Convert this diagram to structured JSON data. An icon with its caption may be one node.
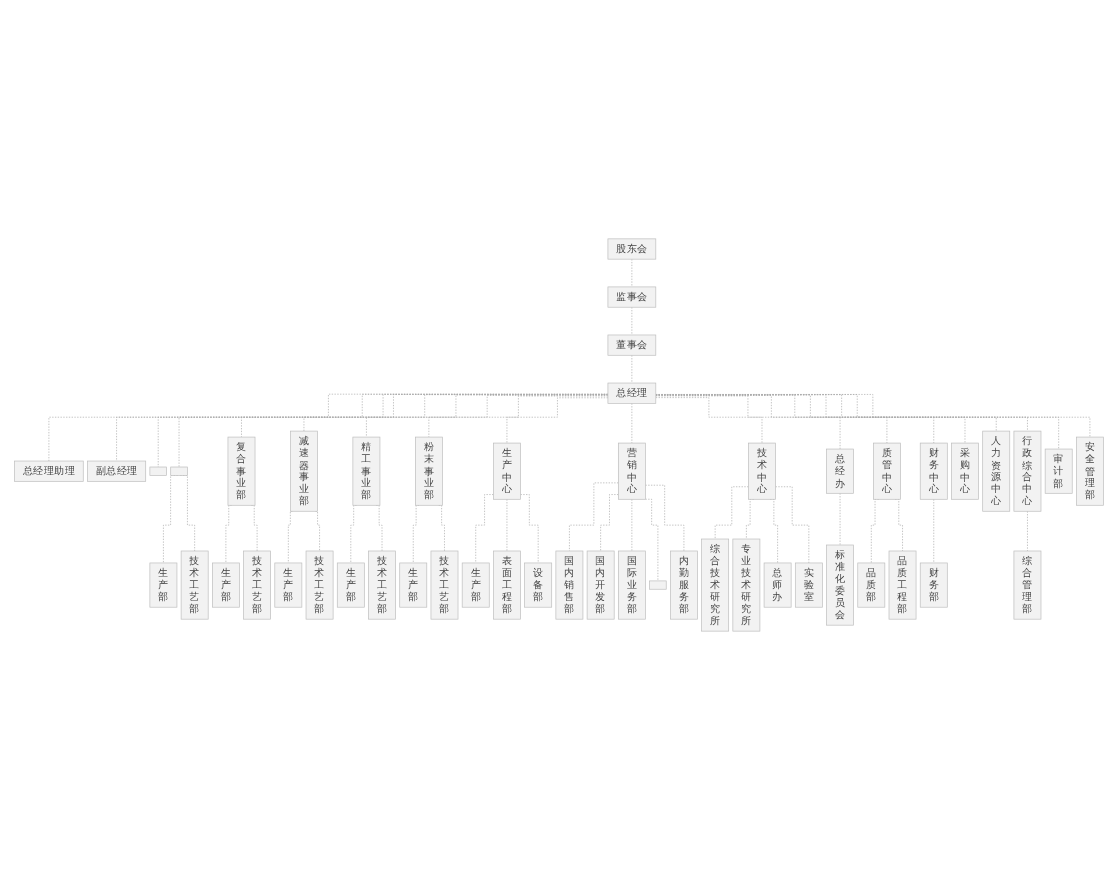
{
  "diagram": {
    "nodes": [
      {
        "text": [
          "股东会"
        ]
      },
      {
        "text": [
          "监事会"
        ]
      },
      {
        "text": [
          "董事会"
        ]
      },
      {
        "text": [
          "总经理"
        ]
      },
      {
        "text": [
          "总经理助理"
        ]
      },
      {
        "text": [
          "副总经理"
        ]
      },
      {
        "text": [],
        "shape": "box"
      },
      {
        "text": [],
        "shape": "box"
      },
      {
        "text": [
          "复合事业部"
        ]
      },
      {
        "text": [
          "减速器事业部"
        ]
      },
      {
        "text": [
          "精工事业部"
        ]
      },
      {
        "text": [
          "粉末事业部"
        ]
      },
      {
        "text": [
          "生产中心"
        ]
      },
      {
        "text": [
          "营销中心"
        ]
      },
      {
        "text": [
          "技术中心"
        ]
      },
      {
        "text": [
          "总经办"
        ]
      },
      {
        "text": [
          "质管中心"
        ]
      },
      {
        "text": [
          "财务中心"
        ]
      },
      {
        "text": [
          "采购中心"
        ]
      },
      {
        "text": [
          "人力资源中心"
        ]
      },
      {
        "text": [
          "行政综合中心"
        ]
      },
      {
        "text": [
          "生产部"
        ]
      },
      {
        "text": [
          "技术工艺部"
        ]
      },
      {
        "text": [
          "生产部"
        ]
      },
      {
        "text": [
          "技术工艺部"
        ]
      },
      {
        "text": [
          "生产部"
        ]
      },
      {
        "text": [
          "技术工艺部"
        ]
      },
      {
        "text": [
          "生产部"
        ]
      },
      {
        "text": [
          "技术工艺部"
        ]
      },
      {
        "text": [
          "生产部"
        ]
      },
      {
        "text": [
          "技术工艺部"
        ]
      },
      {
        "text": [
          "生产部"
        ]
      },
      {
        "text": [
          "表面工程部"
        ]
      },
      {
        "text": [
          "设备部"
        ]
      },
      {
        "text": [
          "国内销售部"
        ]
      },
      {
        "text": [
          "国内开发部"
        ]
      },
      {
        "text": [
          "国际业务部"
        ]
      },
      {
        "text": [],
        "shape": "box"
      },
      {
        "text": [
          "内勤服务部"
        ]
      },
      {
        "text": [
          "综合技术研究所"
        ]
      },
      {
        "text": [
          "专业技术研究所"
        ]
      },
      {
        "text": [
          "总师办"
        ]
      },
      {
        "text": [
          "实验室"
        ]
      },
      {
        "text": [
          "标准化委员会"
        ]
      },
      {
        "text": [
          "品质部"
        ]
      },
      {
        "text": [
          "品质工程部"
        ]
      },
      {
        "text": [
          "财务部"
        ]
      },
      {
        "text": [
          "综合管理部"
        ]
      },
      {
        "text": [
          "审计部"
        ]
      },
      {
        "text": [
          "安全管理部"
        ]
      }
    ],
    "edges": [
      {
        "from": 0,
        "to": 1,
        "arrow": "none",
        "style": "dashed"
      },
      {
        "from": 1,
        "to": 2,
        "arrow": "none",
        "style": "dashed"
      },
      {
        "from": 2,
        "to": 3,
        "arrow": "none",
        "style": "dashed"
      },
      {
        "from": 3,
        "to": 4,
        "arrow": "none",
        "style": "dashed"
      },
      {
        "from": 3,
        "to": 5,
        "arrow": "none",
        "style": "dashed"
      },
      {
        "from": 3,
        "to": 6,
        "arrow": "none",
        "style": "dashed"
      },
      {
        "from": 3,
        "to": 7,
        "arrow": "none",
        "style": "dashed"
      },
      {
        "from": 3,
        "to": 8,
        "arrow": "none",
        "style": "dashed"
      },
      {
        "from": 3,
        "to": 9,
        "arrow": "none",
        "style": "dashed"
      },
      {
        "from": 3,
        "to": 10,
        "arrow": "none",
        "style": "dashed"
      },
      {
        "from": 3,
        "to": 11,
        "arrow": "none",
        "style": "dashed"
      },
      {
        "from": 3,
        "to": 12,
        "arrow": "none",
        "style": "dashed"
      },
      {
        "from": 3,
        "to": 13,
        "arrow": "none",
        "style": "dashed"
      },
      {
        "from": 3,
        "to": 14,
        "arrow": "none",
        "style": "dashed"
      },
      {
        "from": 3,
        "to": 15,
        "arrow": "none",
        "style": "dashed"
      },
      {
        "from": 3,
        "to": 16,
        "arrow": "none",
        "style": "dashed"
      },
      {
        "from": 3,
        "to": 17,
        "arrow": "none",
        "style": "dashed"
      },
      {
        "from": 3,
        "to": 18,
        "arrow": "none",
        "style": "dashed"
      },
      {
        "from": 3,
        "to": 19,
        "arrow": "none",
        "style": "dashed"
      },
      {
        "from": 3,
        "to": 20,
        "arrow": "none",
        "style": "dashed"
      },
      {
        "from": 3,
        "to": 48,
        "arrow": "none",
        "style": "dashed"
      },
      {
        "from": 3,
        "to": 49,
        "arrow": "none",
        "style": "dashed"
      },
      {
        "from": 7,
        "to": 21,
        "arrow": "none",
        "style": "dashed"
      },
      {
        "from": 7,
        "to": 22,
        "arrow": "none",
        "style": "dashed"
      },
      {
        "from": 8,
        "to": 23,
        "arrow": "none",
        "style": "dashed"
      },
      {
        "from": 8,
        "to": 24,
        "arrow": "none",
        "style": "dashed"
      },
      {
        "from": 9,
        "to": 25,
        "arrow": "none",
        "style": "dashed"
      },
      {
        "from": 9,
        "to": 26,
        "arrow": "none",
        "style": "dashed"
      },
      {
        "from": 10,
        "to": 27,
        "arrow": "none",
        "style": "dashed"
      },
      {
        "from": 10,
        "to": 28,
        "arrow": "none",
        "style": "dashed"
      },
      {
        "from": 11,
        "to": 29,
        "arrow": "none",
        "style": "dashed"
      },
      {
        "from": 11,
        "to": 30,
        "arrow": "none",
        "style": "dashed"
      },
      {
        "from": 12,
        "to": 31,
        "arrow": "none",
        "style": "dashed"
      },
      {
        "from": 12,
        "to": 32,
        "arrow": "none",
        "style": "dashed"
      },
      {
        "from": 12,
        "to": 33,
        "arrow": "none",
        "style": "dashed"
      },
      {
        "from": 13,
        "to": 34,
        "arrow": "none",
        "style": "dashed"
      },
      {
        "from": 13,
        "to": 35,
        "arrow": "none",
        "style": "dashed"
      },
      {
        "from": 13,
        "to": 36,
        "arrow": "none",
        "style": "dashed"
      },
      {
        "from": 13,
        "to": 37,
        "arrow": "none",
        "style": "dashed"
      },
      {
        "from": 13,
        "to": 38,
        "arrow": "none",
        "style": "dashed"
      },
      {
        "from": 14,
        "to": 39,
        "arrow": "none",
        "style": "dashed"
      },
      {
        "from": 14,
        "to": 40,
        "arrow": "none",
        "style": "dashed"
      },
      {
        "from": 14,
        "to": 41,
        "arrow": "none",
        "style": "dashed"
      },
      {
        "from": 14,
        "to": 42,
        "arrow": "none",
        "style": "dashed"
      },
      {
        "from": 15,
        "to": 43,
        "arrow": "none",
        "style": "dashed"
      },
      {
        "from": 16,
        "to": 44,
        "arrow": "none",
        "style": "dashed"
      },
      {
        "from": 16,
        "to": 45,
        "arrow": "none",
        "style": "dashed"
      },
      {
        "from": 17,
        "to": 46,
        "arrow": "none",
        "style": "dashed"
      },
      {
        "from": 20,
        "to": 47,
        "arrow": "none",
        "style": "dashed"
      }
    ]
  }
}
